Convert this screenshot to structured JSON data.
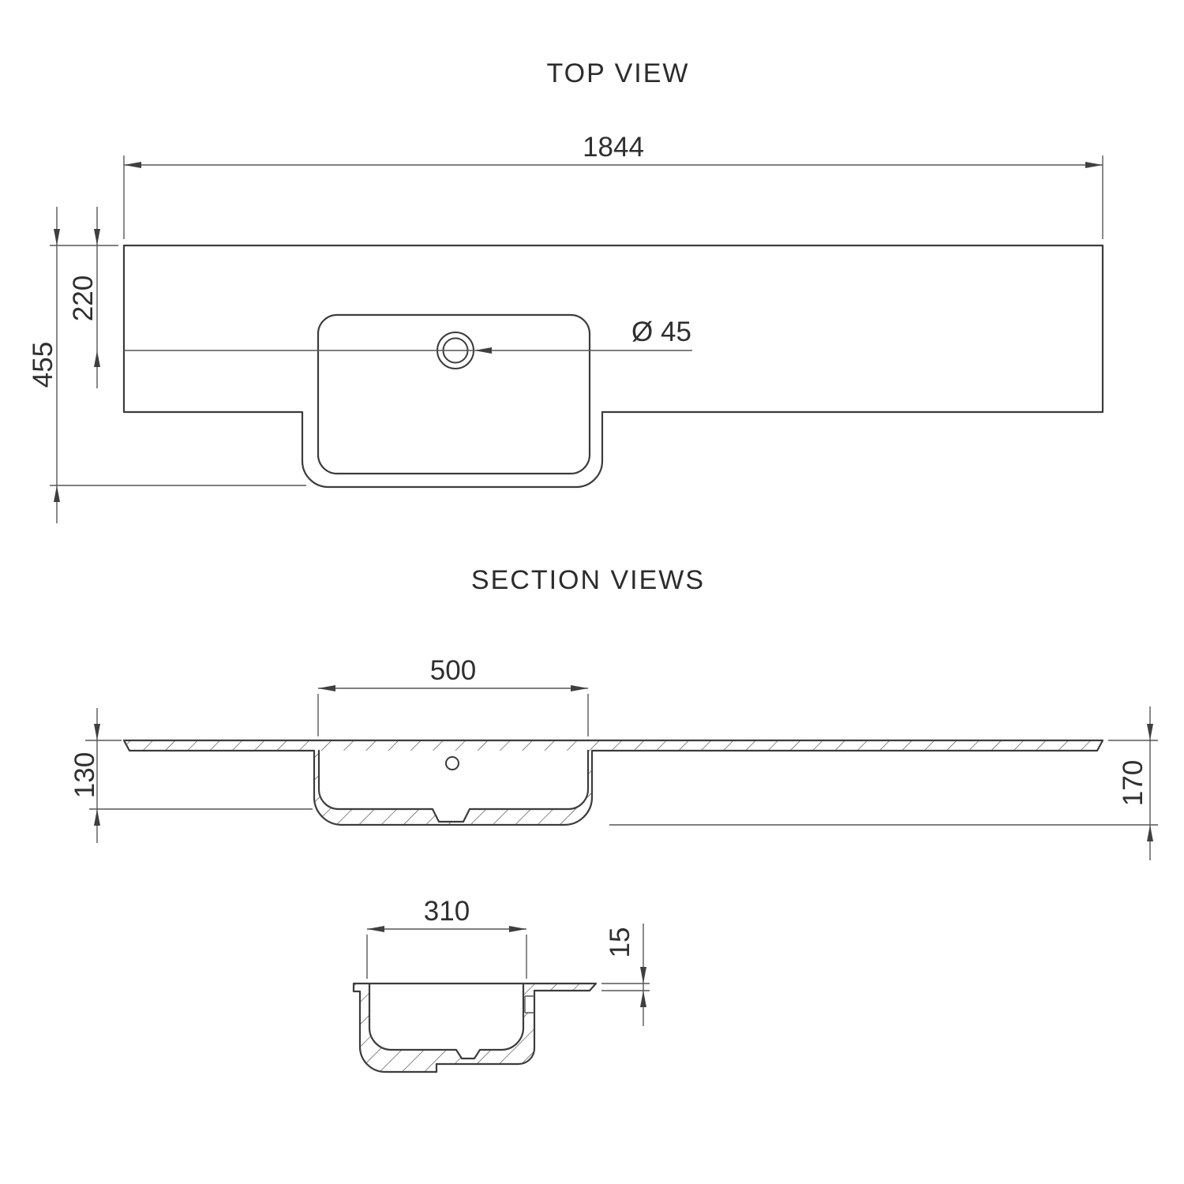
{
  "titles": {
    "top_view": "TOP VIEW",
    "section_views": "SECTION VIEWS"
  },
  "top_view": {
    "overall_width_label": "1844",
    "overall_depth_label": "455",
    "hole_setback_label": "220",
    "hole_diameter_label": "Ø 45"
  },
  "section_long": {
    "basin_width_label": "500",
    "inner_depth_label": "130",
    "outer_depth_label": "170"
  },
  "section_cross": {
    "basin_length_label": "310",
    "rim_thickness_label": "15"
  },
  "style": {
    "background": "#ffffff",
    "object_line_color": "#3c3c3c",
    "dimension_line_color": "#575757",
    "text_color": "#2f2f2f"
  }
}
